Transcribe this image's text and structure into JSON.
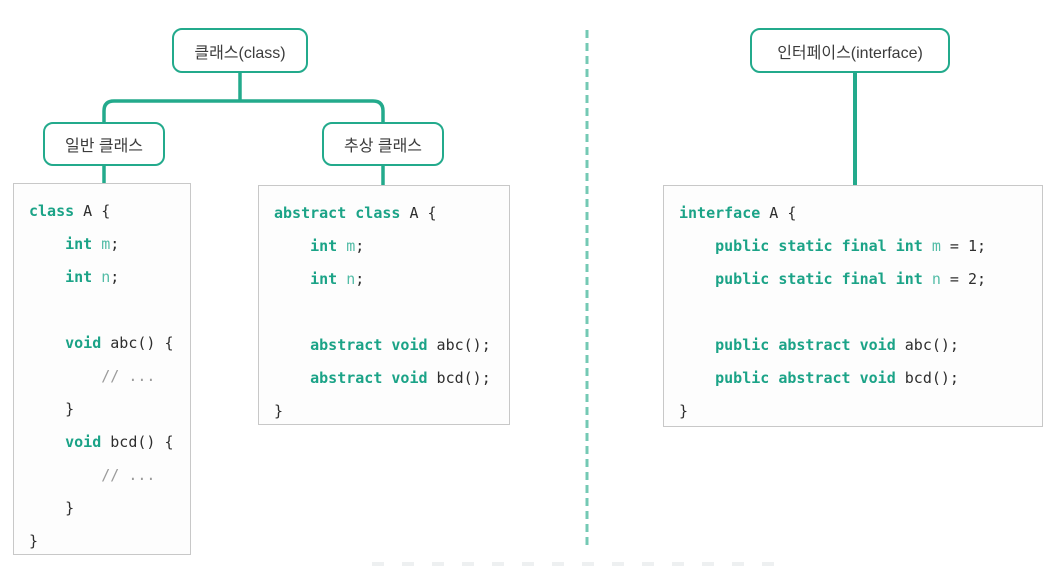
{
  "colors": {
    "accent": "#23aa8c",
    "keyword": "#1ba387",
    "identifier": "#52bca6",
    "divider_dashed": "#74c9b4",
    "code_box_border": "#c8c8c8",
    "label_text": "#3c3c3c",
    "code_text": "#2e2e2e",
    "comment": "#9b9b9b"
  },
  "diagram": {
    "class_tree": {
      "root_label": "클래스(class)",
      "children": [
        {
          "label": "일반 클래스"
        },
        {
          "label": "추상 클래스"
        }
      ]
    },
    "interface_tree": {
      "root_label": "인터페이스(interface)"
    }
  },
  "code_blocks": {
    "general_class": {
      "lines": [
        [
          {
            "c": "kw",
            "t": "class"
          },
          {
            "c": "pl",
            "t": " A {"
          }
        ],
        [
          {
            "c": "pl",
            "t": "    "
          },
          {
            "c": "kw",
            "t": "int"
          },
          {
            "c": "pl",
            "t": " "
          },
          {
            "c": "id",
            "t": "m"
          },
          {
            "c": "pl",
            "t": ";"
          }
        ],
        [
          {
            "c": "pl",
            "t": "    "
          },
          {
            "c": "kw",
            "t": "int"
          },
          {
            "c": "pl",
            "t": " "
          },
          {
            "c": "id",
            "t": "n"
          },
          {
            "c": "pl",
            "t": ";"
          }
        ],
        [],
        [
          {
            "c": "pl",
            "t": "    "
          },
          {
            "c": "kw",
            "t": "void"
          },
          {
            "c": "pl",
            "t": " abc() {"
          }
        ],
        [
          {
            "c": "pl",
            "t": "        "
          },
          {
            "c": "cm",
            "t": "// ..."
          }
        ],
        [
          {
            "c": "pl",
            "t": "    }"
          }
        ],
        [
          {
            "c": "pl",
            "t": "    "
          },
          {
            "c": "kw",
            "t": "void"
          },
          {
            "c": "pl",
            "t": " bcd() {"
          }
        ],
        [
          {
            "c": "pl",
            "t": "        "
          },
          {
            "c": "cm",
            "t": "// ..."
          }
        ],
        [
          {
            "c": "pl",
            "t": "    }"
          }
        ],
        [
          {
            "c": "pl",
            "t": "}"
          }
        ]
      ]
    },
    "abstract_class": {
      "lines": [
        [
          {
            "c": "kw",
            "t": "abstract"
          },
          {
            "c": "pl",
            "t": " "
          },
          {
            "c": "kw",
            "t": "class"
          },
          {
            "c": "pl",
            "t": " A {"
          }
        ],
        [
          {
            "c": "pl",
            "t": "    "
          },
          {
            "c": "kw",
            "t": "int"
          },
          {
            "c": "pl",
            "t": " "
          },
          {
            "c": "id",
            "t": "m"
          },
          {
            "c": "pl",
            "t": ";"
          }
        ],
        [
          {
            "c": "pl",
            "t": "    "
          },
          {
            "c": "kw",
            "t": "int"
          },
          {
            "c": "pl",
            "t": " "
          },
          {
            "c": "id",
            "t": "n"
          },
          {
            "c": "pl",
            "t": ";"
          }
        ],
        [],
        [
          {
            "c": "pl",
            "t": "    "
          },
          {
            "c": "kw",
            "t": "abstract"
          },
          {
            "c": "pl",
            "t": " "
          },
          {
            "c": "kw",
            "t": "void"
          },
          {
            "c": "pl",
            "t": " abc();"
          }
        ],
        [
          {
            "c": "pl",
            "t": "    "
          },
          {
            "c": "kw",
            "t": "abstract"
          },
          {
            "c": "pl",
            "t": " "
          },
          {
            "c": "kw",
            "t": "void"
          },
          {
            "c": "pl",
            "t": " bcd();"
          }
        ],
        [
          {
            "c": "pl",
            "t": "}"
          }
        ]
      ]
    },
    "interface": {
      "lines": [
        [
          {
            "c": "kw",
            "t": "interface"
          },
          {
            "c": "pl",
            "t": " A {"
          }
        ],
        [
          {
            "c": "pl",
            "t": "    "
          },
          {
            "c": "kw",
            "t": "public"
          },
          {
            "c": "pl",
            "t": " "
          },
          {
            "c": "kw",
            "t": "static"
          },
          {
            "c": "pl",
            "t": " "
          },
          {
            "c": "kw",
            "t": "final"
          },
          {
            "c": "pl",
            "t": " "
          },
          {
            "c": "kw",
            "t": "int"
          },
          {
            "c": "pl",
            "t": " "
          },
          {
            "c": "id",
            "t": "m"
          },
          {
            "c": "pl",
            "t": " = 1;"
          }
        ],
        [
          {
            "c": "pl",
            "t": "    "
          },
          {
            "c": "kw",
            "t": "public"
          },
          {
            "c": "pl",
            "t": " "
          },
          {
            "c": "kw",
            "t": "static"
          },
          {
            "c": "pl",
            "t": " "
          },
          {
            "c": "kw",
            "t": "final"
          },
          {
            "c": "pl",
            "t": " "
          },
          {
            "c": "kw",
            "t": "int"
          },
          {
            "c": "pl",
            "t": " "
          },
          {
            "c": "id",
            "t": "n"
          },
          {
            "c": "pl",
            "t": " = 2;"
          }
        ],
        [],
        [
          {
            "c": "pl",
            "t": "    "
          },
          {
            "c": "kw",
            "t": "public"
          },
          {
            "c": "pl",
            "t": " "
          },
          {
            "c": "kw",
            "t": "abstract"
          },
          {
            "c": "pl",
            "t": " "
          },
          {
            "c": "kw",
            "t": "void"
          },
          {
            "c": "pl",
            "t": " abc();"
          }
        ],
        [
          {
            "c": "pl",
            "t": "    "
          },
          {
            "c": "kw",
            "t": "public"
          },
          {
            "c": "pl",
            "t": " "
          },
          {
            "c": "kw",
            "t": "abstract"
          },
          {
            "c": "pl",
            "t": " "
          },
          {
            "c": "kw",
            "t": "void"
          },
          {
            "c": "pl",
            "t": " bcd();"
          }
        ],
        [
          {
            "c": "pl",
            "t": "}"
          }
        ]
      ]
    }
  }
}
